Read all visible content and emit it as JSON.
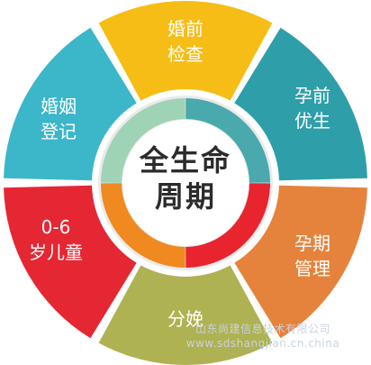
{
  "colors": {
    "yellow": "#f6bd16",
    "teal": "#2e9fa9",
    "orange": "#e5833c",
    "olive": "#aeb252",
    "red": "#e52733",
    "cyan": "#3cb6c9",
    "inner_green": "#9fd3b5",
    "inner_teal": "#4aa9ad",
    "inner_red": "#e8242f",
    "inner_orange": "#f0891f",
    "ring_gap": "#e9eaea"
  },
  "center": {
    "line1": "全生命",
    "line2": "周期"
  },
  "segments": [
    {
      "label": "婚前\n检查"
    },
    {
      "label": "孕前\n优生"
    },
    {
      "label": "孕期\n管理"
    },
    {
      "label": "分娩"
    },
    {
      "label": "0-6\n岁儿童"
    },
    {
      "label": "婚姻\n登记"
    }
  ],
  "watermark": {
    "line1": "山东尚建信息技术有限公司",
    "line2": "www.sdshangjian.cn.china"
  }
}
